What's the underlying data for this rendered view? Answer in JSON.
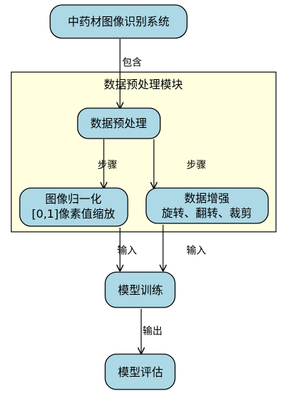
{
  "colors": {
    "node_fill": "#ADD8E6",
    "node_stroke": "#000000",
    "group_fill": "#FFFFE0",
    "group_stroke": "#000000",
    "edge": "#000000"
  },
  "nodes": {
    "root": "中药材图像识别系统",
    "preprocess": "数据预处理",
    "normalize_line1": "图像归一化",
    "normalize_line2": "[0,1]像素值缩放",
    "augment_line1": "数据增强",
    "augment_line2": "旋转、翻转、裁剪",
    "train": "模型训练",
    "evaluate": "模型评估"
  },
  "group": {
    "title": "数据预处理模块"
  },
  "edges": {
    "contains": "包含",
    "step_left": "步骤",
    "step_right": "步骤",
    "input_left": "输入",
    "input_right": "输入",
    "output": "输出"
  }
}
